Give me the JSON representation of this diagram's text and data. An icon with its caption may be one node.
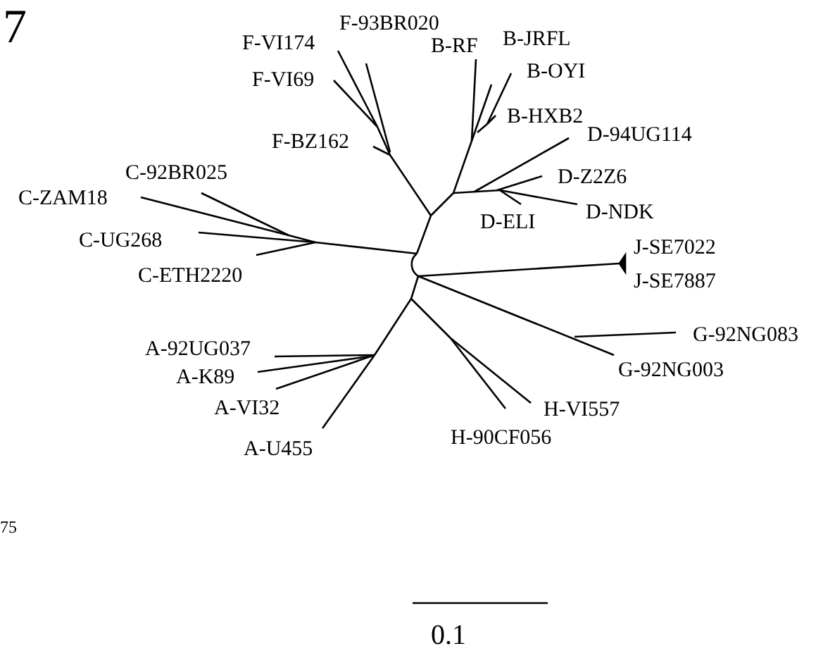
{
  "diagram": {
    "labels": [
      "7",
      "F-93BR020",
      "F-VI174",
      "B-RF",
      "B-JRFL",
      "B-OYI",
      "F-VI69",
      "B-HXB2",
      "D-94UG114",
      "F-BZ162",
      "C-92BR025",
      "C-ZAM18",
      "D-Z2Z6",
      "D-NDK",
      "D-ELI",
      "C-UG268",
      "J-SE7022",
      "C-ETH2220",
      "J-SE7887",
      "G-92NG083",
      "A-92UG037",
      "A-K89",
      "G-92NG003",
      "A-VI32",
      "H-VI557",
      "A-U455",
      "H-90CF056",
      "75",
      "0.1"
    ]
  }
}
